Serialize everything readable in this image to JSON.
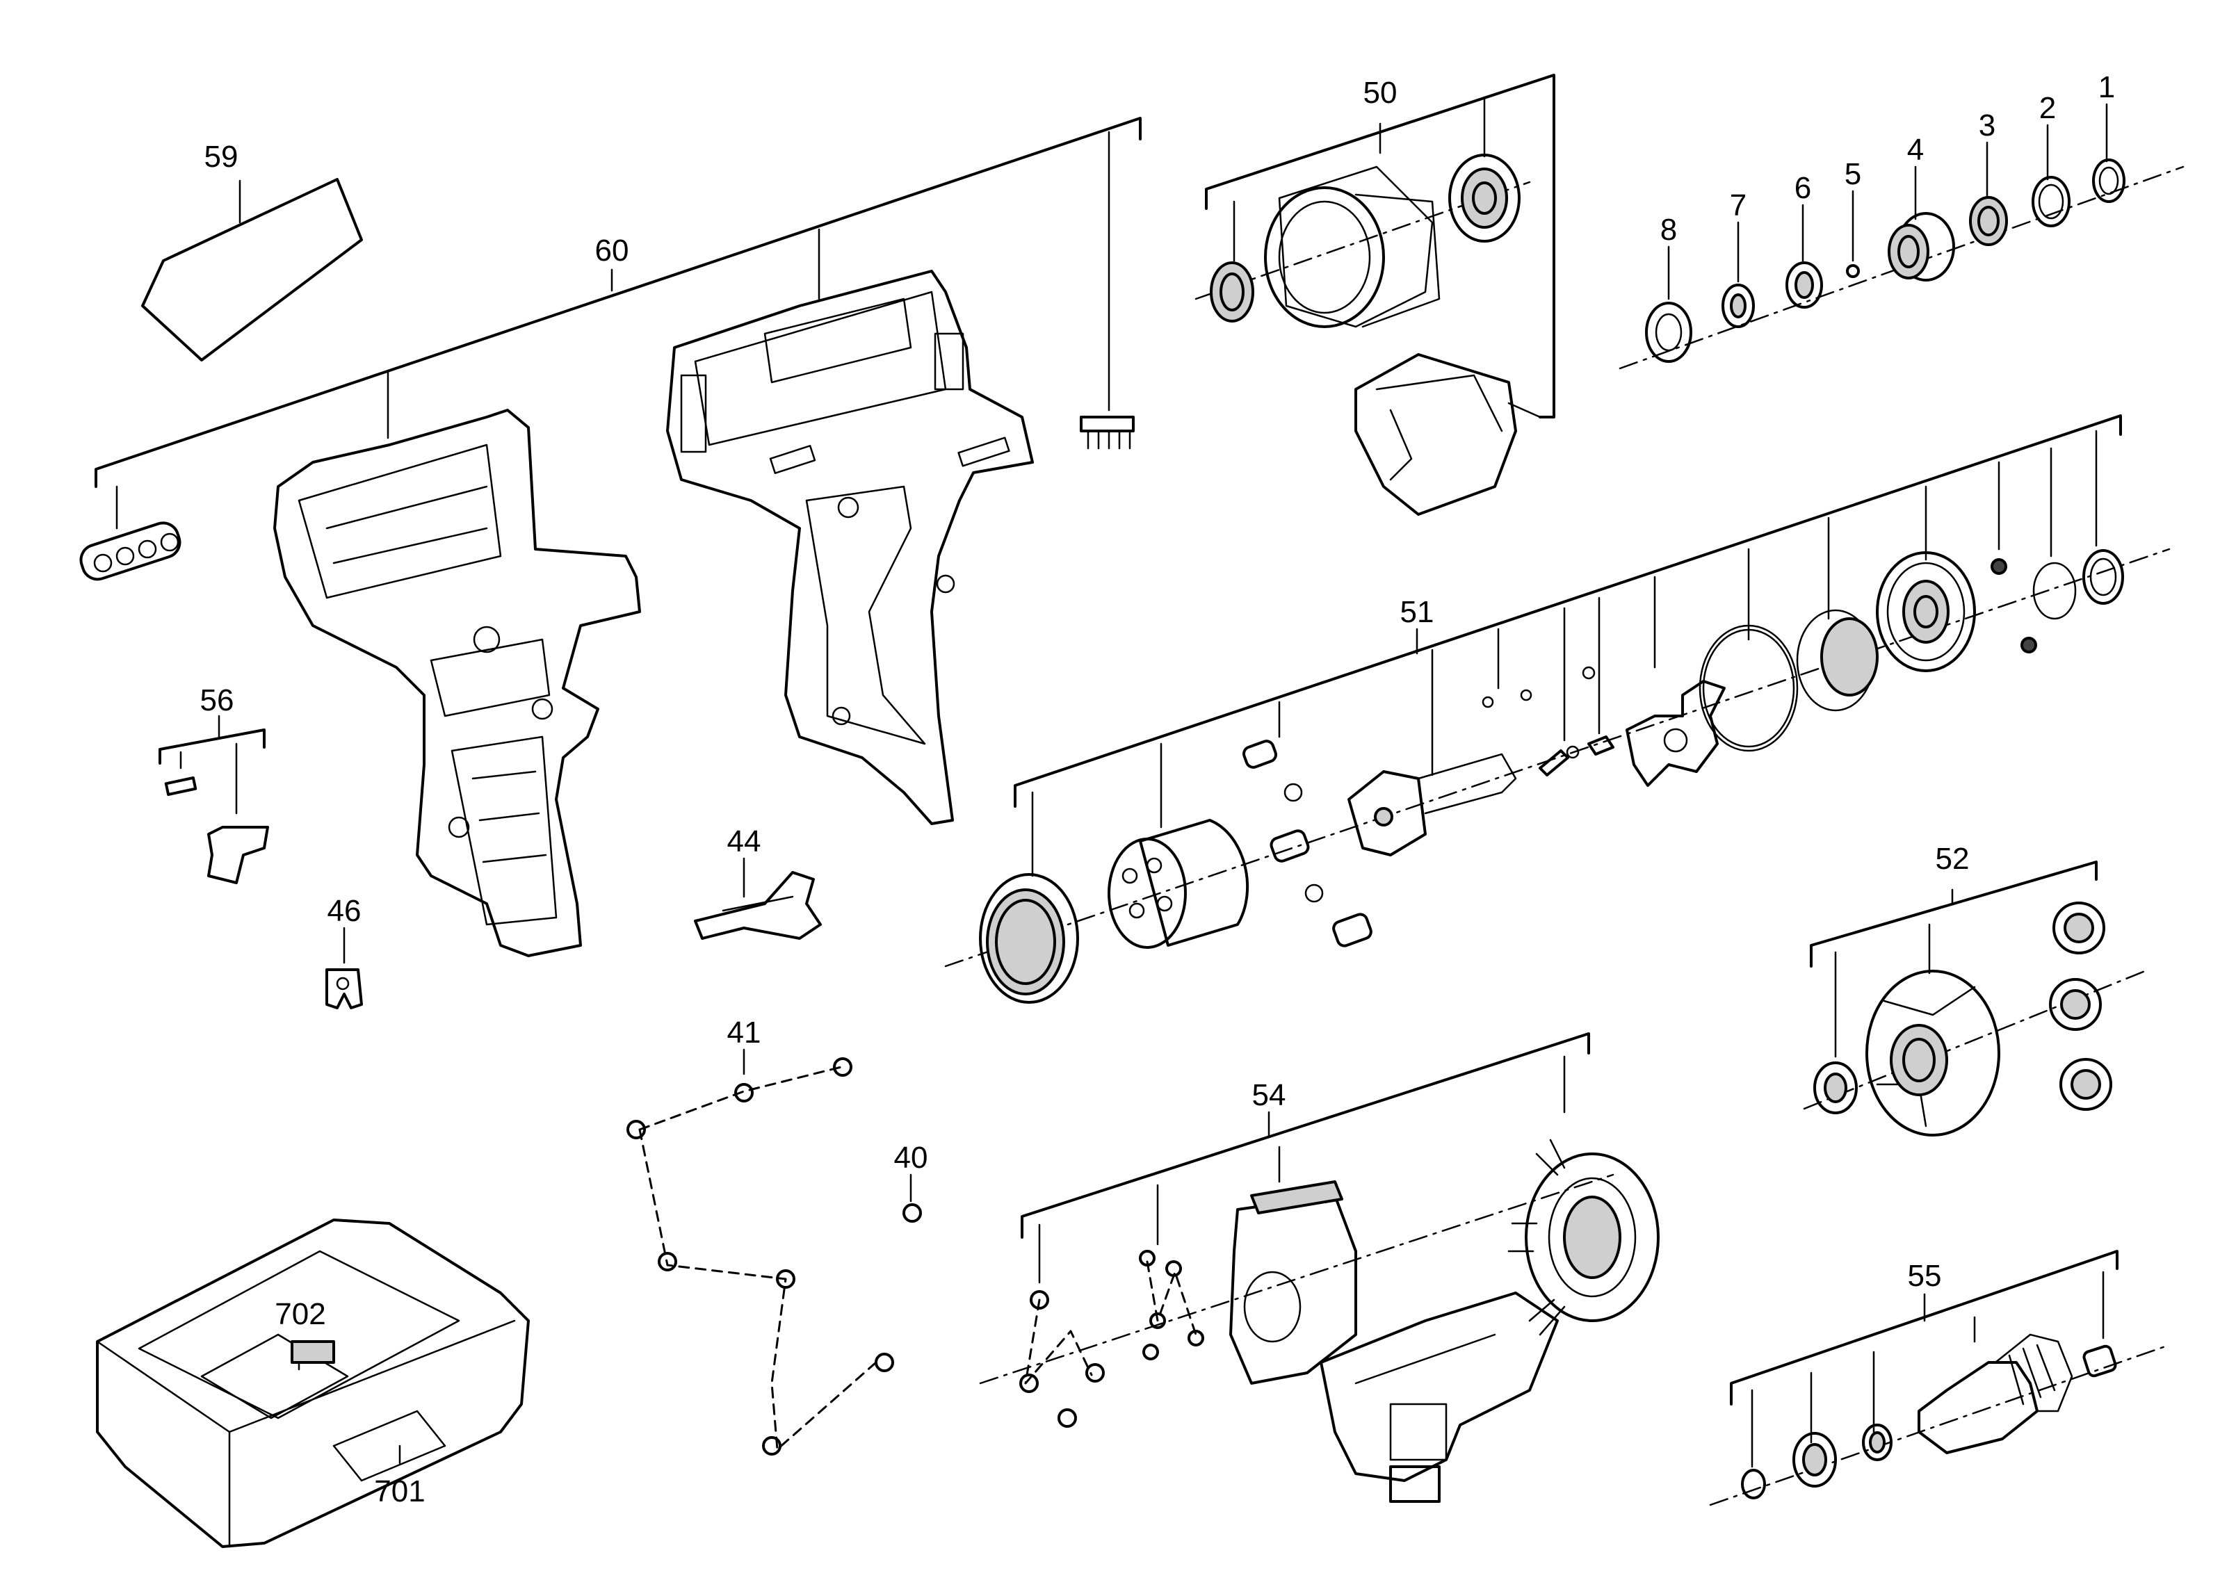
{
  "parts": {
    "p1": "1",
    "p2": "2",
    "p3": "3",
    "p4": "4",
    "p5": "5",
    "p6": "6",
    "p7": "7",
    "p8": "8",
    "p40": "40",
    "p41": "41",
    "p44": "44",
    "p46": "46",
    "p50": "50",
    "p51": "51",
    "p52": "52",
    "p54": "54",
    "p55": "55",
    "p56": "56",
    "p59": "59",
    "p60": "60",
    "p701": "701",
    "p702": "702"
  }
}
